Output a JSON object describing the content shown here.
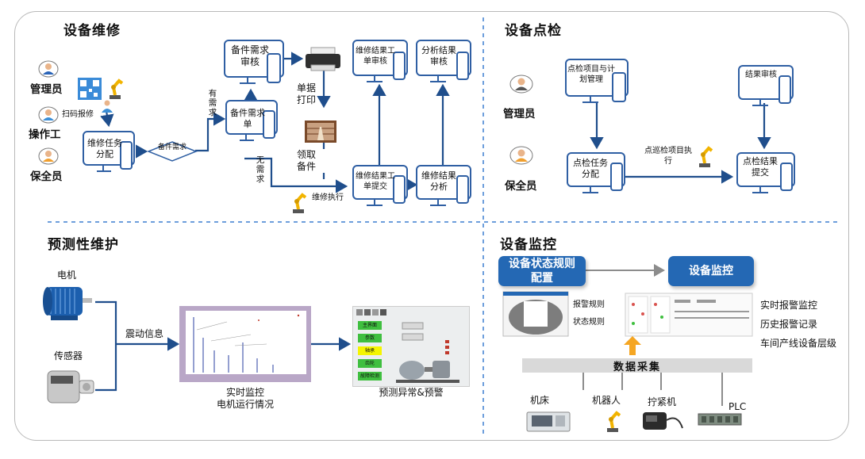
{
  "sections": {
    "maintenance": "设备维修",
    "inspection": "设备点检",
    "predictive": "预测性维护",
    "monitoring": "设备监控"
  },
  "roles": {
    "admin": "管理员",
    "operator": "操作工",
    "keeper": "保全员"
  },
  "maintenance": {
    "scan": "扫码报修",
    "task": "维修任务分配",
    "diamond": "备件需求",
    "has_need": "有需求",
    "no_need": "无需求",
    "parts_req": "备件需求单",
    "parts_review": "备件需求审核",
    "print": "单据打印",
    "pickup": "领取备件",
    "execute": "维修执行",
    "submit": "维修结果工单提交",
    "review": "维修结果工单审核",
    "analysis": "维修结果分析",
    "analysis_review": "分析结果审核"
  },
  "inspection": {
    "plan": "点检项目与计划管理",
    "review": "结果审核",
    "task": "点检任务分配",
    "execute": "点巡检项目执行",
    "submit": "点检结果提交"
  },
  "predictive": {
    "motor": "电机",
    "sensor": "传感器",
    "vibration": "震动信息",
    "realtime_line1": "实时监控",
    "realtime_line2": "电机运行情况",
    "warning": "预测异常&预警",
    "hmi_buttons": [
      "主界面",
      "参数",
      "轴承",
      "齿轮",
      "故障检测"
    ]
  },
  "monitoring": {
    "config": "设备状态规则配置",
    "monitor": "设备监控",
    "rule1": "报警规则",
    "rule2": "状态规则",
    "feature1": "实时报警监控",
    "feature2": "历史报警记录",
    "feature3": "车间产线设备层级",
    "collect": "数据采集",
    "devices": [
      "机床",
      "机器人",
      "拧紧机",
      "PLC"
    ]
  },
  "colors": {
    "arrow": "#1f4e8c",
    "box_border": "#2f5fa3",
    "accent": "#2468b4",
    "divider": "#3d7fd0"
  }
}
